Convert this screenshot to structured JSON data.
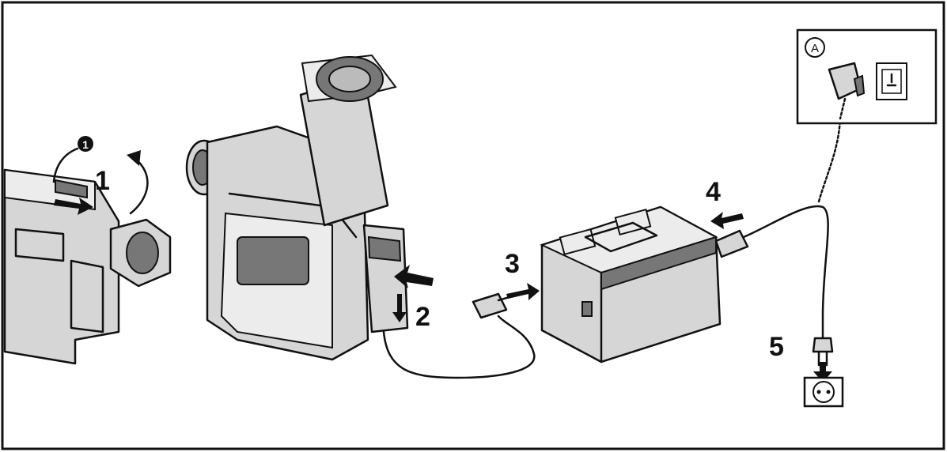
{
  "steps": {
    "s1": "1",
    "s2": "2",
    "s3": "3",
    "s4": "4",
    "s5": "5"
  },
  "marker_label": "1",
  "inset_label": "A",
  "colors": {
    "ink": "#111111",
    "shade": "#d6d6d6",
    "dark": "#777777"
  }
}
